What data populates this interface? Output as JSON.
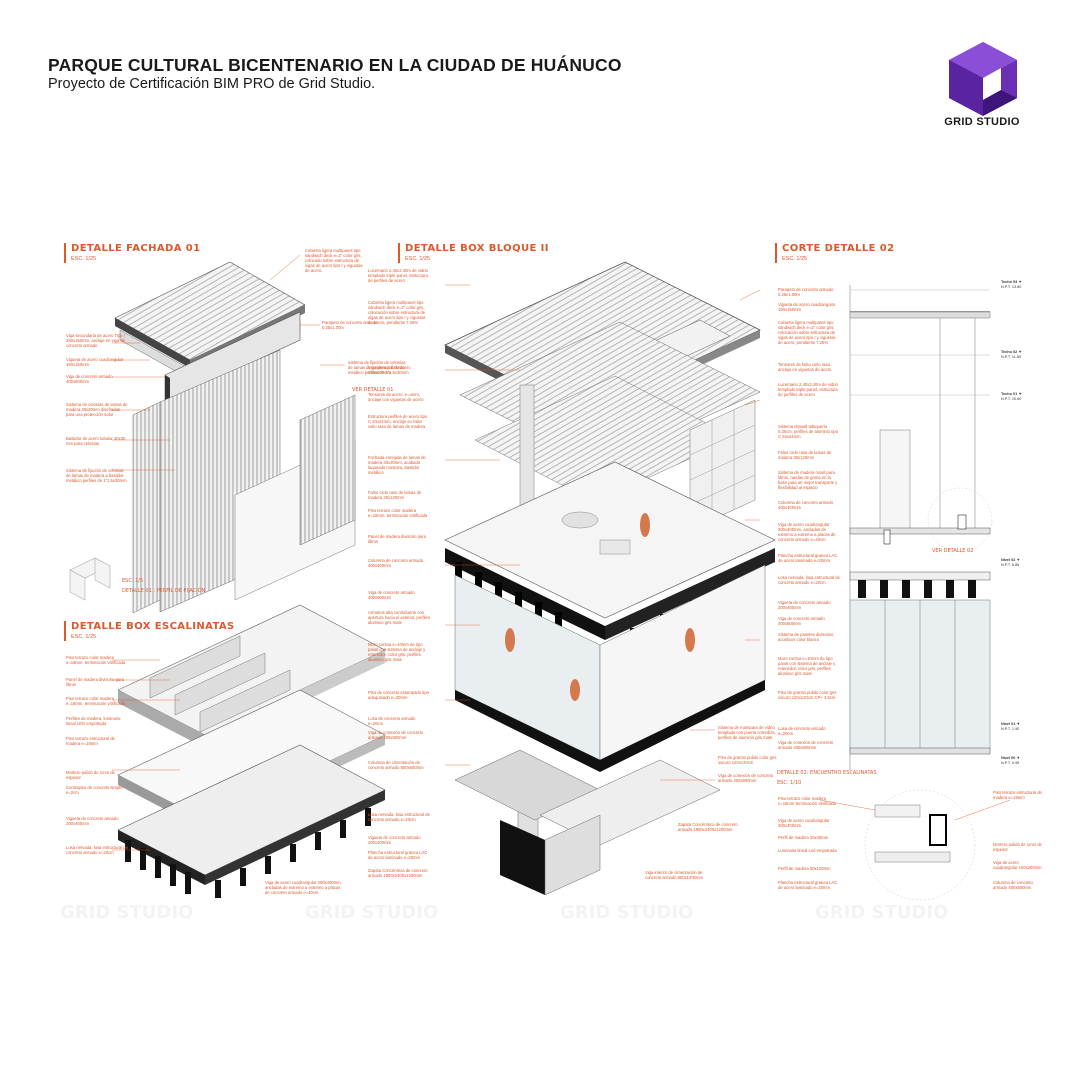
{
  "header": {
    "title": "PARQUE CULTURAL BICENTENARIO EN LA CIUDAD DE HUÁNUCO",
    "subtitle": "Proyecto de Certificación BIM PRO de Grid Studio.",
    "brand": "GRID STUDIO"
  },
  "colors": {
    "accent": "#e0572b",
    "logo": "#6b2fb3",
    "ink": "#1a1a1a"
  },
  "sections": {
    "fachada": {
      "title": "DETALLE FACHADA 01",
      "scale": "ESC. 1/25"
    },
    "box_bloque": {
      "title": "DETALLE BOX BLOQUE II",
      "scale": "ESC. 1/25"
    },
    "corte": {
      "title": "CORTE DETALLE 02",
      "scale": "ESC. 1/25"
    },
    "escalinatas": {
      "title": "DETALLE BOX ESCALINATAS",
      "scale": "ESC. 1/25"
    }
  },
  "sublabels": {
    "perfil_scale": "ESC. 1/5",
    "perfil": "DETALLE 01 : PERFIL DE FIJACIÓN",
    "ver_detalle_01": "VER DETALLE 01",
    "ver_detalle_02": "VER DETALLE 02",
    "encuentro": "DETALLE 02: ENCUENTRO ESCALINATAS",
    "encuentro_scale": "ESC. 1/10"
  },
  "notes": {
    "fachada_left": [
      "Viga secundaria de acero Tipo I 250x150mm, anclaje en viga de concreto armado",
      "Vigueta de acero cuadrangular 150x150mm",
      "Viga de concreto armado 400x600mm",
      "Sistema de celosías de lamas de madera 30x30mm diseñadas para una protección solar",
      "Bastidor de acero tubular 30x30 mm para celosías",
      "Sistema de fijación de celosías de lamas de madera a bastidor metálico perfiles de 1\"1.5x30mm"
    ],
    "fachada_right": [
      "Cubierta ligera multipanel tipo sándwich deck e=2\" color gris, colocado sobre estructura de vigas de acero tipo I y viguetas de acero.",
      "Parapeto de concreto armado 0.25x1.00m",
      "Sistema de fijación de celosías de lamas de madera a bastidor metálico perfiles de 1\"1.5x30mm"
    ],
    "escalinatas_left": [
      "Piso terrazo color madera e=18mm, terminación vitrificada",
      "Panel de madera divisorio para libros",
      "Piso terrazo color madera e=18mm, terminación vitrificada",
      "Perfiles de madera, luminaria lineal LED empotrada",
      "Piso terrazo estructural de madera e=18mm",
      "Mortero pulido de 1mm de espesor",
      "Contrapiso de concreto simple e=2cm",
      "Vigueta de concreto armado 200x400mm",
      "Losa nervada: losa estructural de concreto armado e=20cm"
    ],
    "escalinatas_bottom": "Viga de acero cuadrangular 300x400mm, ancladas de extremo a extremo a placas de concreto armado e=40cm",
    "box_left": [
      "Lucernario 2.40x2.40m de vidrio templado triple panel, estructura de perfiles de acero",
      "Cubierta ligera multipanel tipo sándwich deck e=2\" color gris, colocación sobre estructura de vigas de acero tipo I y viguetas de acero, pendiente 7.25%",
      "Viga principal de acero 250x450mm",
      "Tensores de acero, e=4mm, anclaje con viguetas de acero",
      "Estructura perfiles de acero tipo C 24x24mm, anclaje en falso cielo raso de lamas de madera",
      "Fachada enrejada de lamas de madera 30x30mm, acabado laqueado mostaza, bastidor metálico",
      "Falso cielo raso de lamas de madera 30x120mm",
      "Piso terrazo color madera e=18mm, terminación vitrificada",
      "Panel de madera divisorio para libros",
      "Columna de concreto armado 400x400mm",
      "Viga de concreto armado 400x600mm",
      "Armarios alta contrafuerte con apertura hacia el exterior, perfiles aluminio gris mate",
      "Muro cortina e=10mm de tipo panel con sistema de anclaje y retenedor, color gris, perfiles aluminio gris mate",
      "Piso de concreto estampado tipo adoquinado e=20mm",
      "Losa de concreto armado e=20cm",
      "Viga de conexión de concreto armado 400x600mm",
      "Columna de cimentación de concreto armado 600x600mm"
    ],
    "box_center": [
      "Losa nervada: losa estructural de concreto armado e=20cm",
      "Vigueta de concreto armado 200x400mm",
      "Plancha estructural granea LAC de acero laminado e=20mm",
      "Zapata Concéntrica de concreto armado 1800x2400x1200mm"
    ],
    "box_right": [
      "Sistema de mampara de vidrio templado con puerta corrediza, perfiles de aluminio gris mate",
      "Piso de granito pulido color gris oscuro 120x120cm",
      "Viga de conexión de concreto armado 400x600mm",
      "Zapata Concéntrica de concreto armado 1800x2400x1200mm",
      "Viga interior de cimentación de concreto armado 600x1200mm"
    ],
    "corte": [
      "Parapeto de concreto armado 0.25x1.00m",
      "Vigueta de acero cuadrangular 150x150mm",
      "Cubierta ligera multipanel tipo sándwich deck e=2\" color gris, colocación sobre estructura de vigas de acero tipo I y viguetas de acero, pendiente 7.25%",
      "Tensores de falso cielo raso, anclaje en viguetas de acero",
      "Lucernario 2.40x2.40m de vidrio templado triple panel, estructura de perfiles de acero",
      "Sistema drywall tabiquería 0.30cm, perfiles de aluminio tipo C 24x24mm",
      "Falso cielo raso de lamas de madera 30x120mm",
      "Sistema de madera movil para libros, ruedas de goma en la base para un mejor transporte y flexibilidad al espacio",
      "Columna de concreto armado 400x400mm",
      "Viga de acero cuadrangular 200x400mm, anclados de extremo a extremo a placas de concreto armado e=40cm",
      "Plancha estructural granea LAC de acero laminado e=20mm",
      "Losa nervada: losa estructural de concreto armado e=20cm",
      "Vigueta de concreto armado 200x400mm",
      "Viga de concreto armado 400x600mm",
      "Sistema de paneles divisorios acústicos color blanco",
      "Muro cortina e=10mm de tipo panel con sistema de anclaje y retenedor, color gris, perfiles aluminio gris mate",
      "Piso de granito pulido color gris oscuro 120x120cm CP+ 3.5cm",
      "Losa de concreto armado e=20cm",
      "Viga de conexión de concreto armado 400x600mm"
    ],
    "encuentro_left": [
      "Piso terrazo color madera e=18mm terminación vitrificada",
      "Viga de acero cuadrangular 300x400mm",
      "Perfil de madera 20x40mm",
      "Luminaria lineal Led empotrada",
      "Perfil de madera 50x100mm",
      "Plancha estructural granea LAC de acero laminado e=20mm"
    ],
    "encuentro_right": [
      "Piso terrazo estructural de madera e=18mm",
      "Mortero pulido de 1mm de espesor",
      "Viga de acero cuadrangular 100x200mm",
      "Columna de concreto armado 400x600mm"
    ]
  },
  "levels": [
    {
      "name": "Techo 03",
      "value": "N.P.T. 13.80"
    },
    {
      "name": "Techo 02",
      "value": "N.P.T. 11.80"
    },
    {
      "name": "Techo 01",
      "value": "N.P.T. 10.60"
    },
    {
      "name": "Nivel 02",
      "value": "N.P.T. 5.85"
    },
    {
      "name": "Nivel 01",
      "value": "N.P.T. 1.90"
    },
    {
      "name": "Nivel 00",
      "value": "N.P.T. 0.95"
    }
  ],
  "watermark": "GRID STUDIO",
  "icons": {
    "logo": "grid-studio-cube-logo",
    "level_marker": "level-triangle-icon"
  }
}
